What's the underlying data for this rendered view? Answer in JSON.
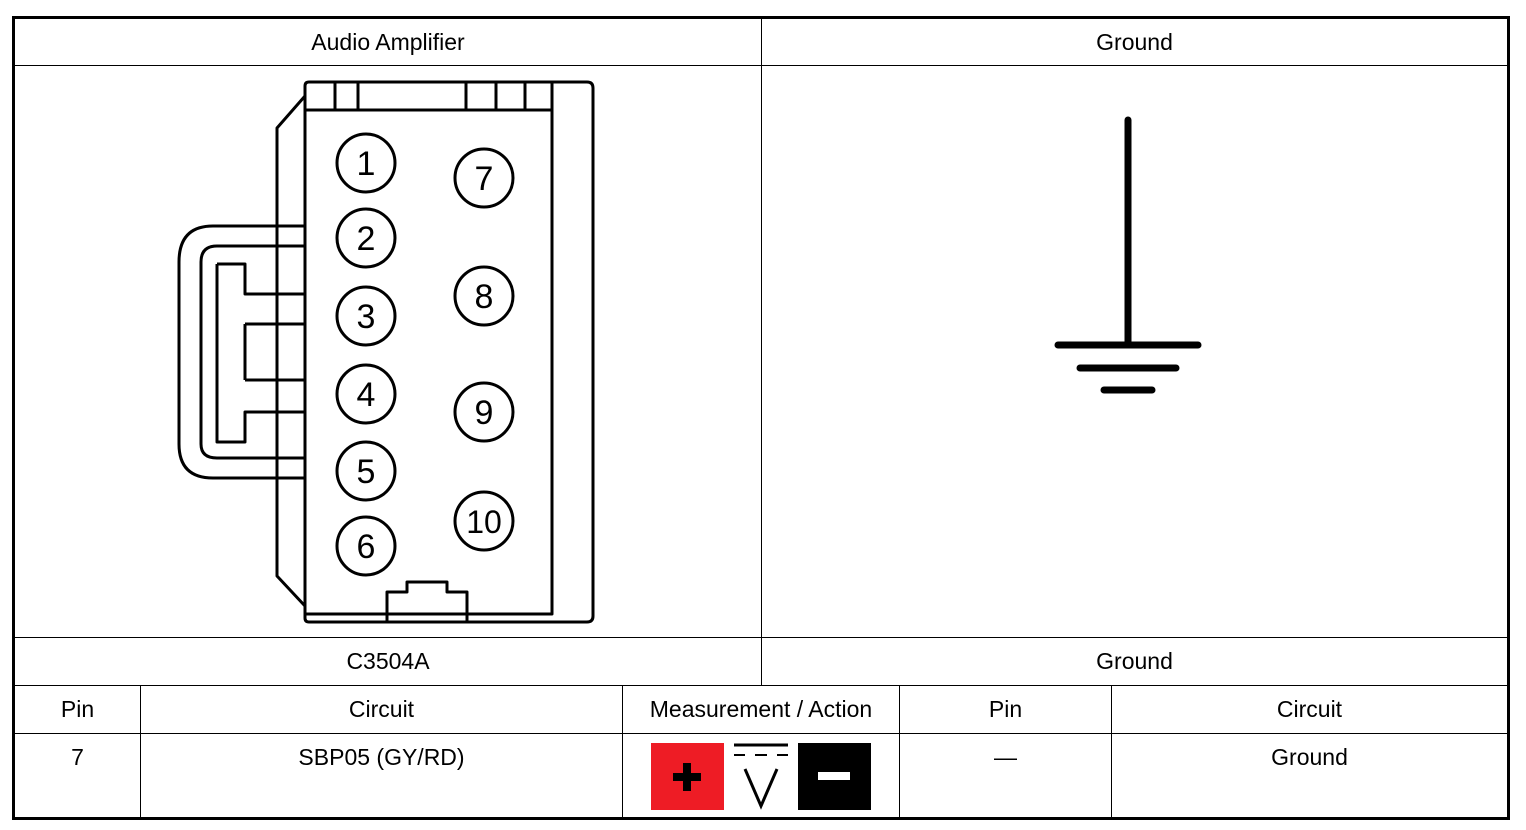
{
  "left_panel": {
    "title": "Audio Amplifier",
    "connector_id": "C3504A",
    "pin_labels": [
      "1",
      "2",
      "3",
      "4",
      "5",
      "6",
      "7",
      "8",
      "9",
      "10"
    ]
  },
  "right_panel": {
    "title": "Ground",
    "connector_id": "Ground",
    "symbol": "ground-symbol-icon"
  },
  "table": {
    "headers": {
      "pin": "Pin",
      "circuit": "Circuit",
      "measurement": "Measurement / Action",
      "pin2": "Pin",
      "circuit2": "Circuit"
    },
    "row": {
      "pin": "7",
      "circuit": "SBP05 (GY/RD)",
      "measurement_icons": [
        "positive-lead-icon",
        "dc-voltage-icon",
        "negative-lead-icon"
      ],
      "pin2": "—",
      "circuit2": "Ground"
    }
  },
  "colors": {
    "positive": "#ee1c25",
    "negative": "#000000"
  }
}
